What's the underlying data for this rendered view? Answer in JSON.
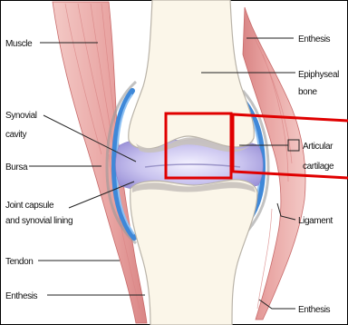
{
  "labels": {
    "muscle": "Muscle",
    "synovial_cavity_line1": "Synovial",
    "synovial_cavity_line2": "cavity",
    "bursa": "Bursa",
    "joint_capsule_line1": "Joint capsule",
    "joint_capsule_line2": "and synovial lining",
    "tendon": "Tendon",
    "enthesis_left": "Enthesis",
    "enthesis_top_right": "Enthesis",
    "epiphyseal_line1": "Epiphyseal",
    "epiphyseal_line2": "bone",
    "articular_line1": "Articular",
    "articular_line2": "cartilage",
    "ligament": "Ligament",
    "enthesis_bottom_right": "Enthesis"
  },
  "colors": {
    "background": "#ffffff",
    "frame": "#000000",
    "bone_fill": "#fbf6e9",
    "bone_outline": "#b9b3a8",
    "muscle": "#e8a8a8",
    "muscle_dark": "#c86a6a",
    "synovium_blue": "#3f88d8",
    "cavity_purple": "#b8b2e6",
    "highlight_box": "#e00000",
    "text": "#111111"
  }
}
